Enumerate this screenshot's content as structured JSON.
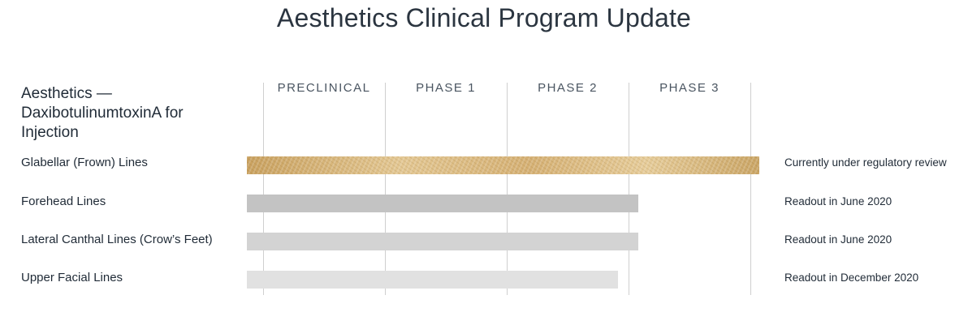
{
  "title": "Aesthetics Clinical Program Update",
  "program_label": "Aesthetics — DaxibotulinumtoxinA for Injection",
  "colors": {
    "gold": "#d8b678",
    "dark_gray": "#c3c3c3",
    "mid_gray": "#d3d3d3",
    "light_gray": "#e1e1e1"
  },
  "chart_data": {
    "type": "bar",
    "orientation": "horizontal",
    "stages": [
      "PRECLINICAL",
      "PHASE 1",
      "PHASE 2",
      "PHASE 3"
    ],
    "categories": [
      "Glabellar (Frown) Lines",
      "Forehead Lines",
      "Lateral Canthal Lines (Crow’s Feet)",
      "Upper Facial Lines"
    ],
    "progress_stages": [
      4.07,
      3.08,
      3.08,
      2.91
    ],
    "annotations": [
      "Currently under regulatory review",
      "Readout in June 2020",
      "Readout in June 2020",
      "Readout in December 2020"
    ],
    "bar_colors": [
      "#d8b678",
      "#c3c3c3",
      "#d3d3d3",
      "#e1e1e1"
    ],
    "xlim": [
      0,
      4
    ],
    "grid": true,
    "legend": "none"
  }
}
